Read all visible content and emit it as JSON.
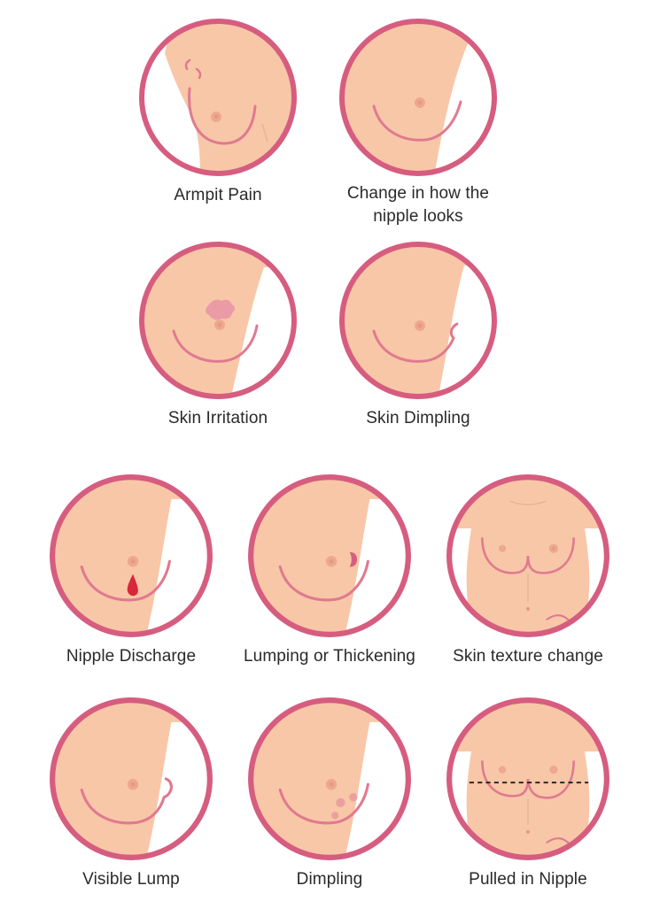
{
  "colors": {
    "skin": "#f8c7a8",
    "ring": "#d65d7f",
    "contour": "#e07a8f",
    "nipple": "#eea890",
    "areola_dot": "#e59a84",
    "discharge": "#d8273a",
    "irritation": "#eb9ba6",
    "caption": "#2a2a2a"
  },
  "symptoms": [
    {
      "id": "armpit-pain",
      "label": "Armpit Pain",
      "icon": "armpit-pain-icon"
    },
    {
      "id": "nipple-look",
      "label": "Change in how the nipple looks",
      "icon": "nipple-change-icon"
    },
    {
      "id": "skin-irritation",
      "label": "Skin Irritation",
      "icon": "skin-irritation-icon"
    },
    {
      "id": "skin-dimpling",
      "label": "Skin Dimpling",
      "icon": "skin-dimpling-icon"
    },
    {
      "id": "nipple-discharge",
      "label": "Nipple Discharge",
      "icon": "nipple-discharge-icon"
    },
    {
      "id": "lumping",
      "label": "Lumping or Thickening",
      "icon": "lump-thickening-icon"
    },
    {
      "id": "texture",
      "label": "Skin texture change",
      "icon": "skin-texture-icon"
    },
    {
      "id": "visible-lump",
      "label": "Visible Lump",
      "icon": "visible-lump-icon"
    },
    {
      "id": "dimpling",
      "label": "Dimpling",
      "icon": "dimpling-icon"
    },
    {
      "id": "pulled-nipple",
      "label": "Pulled in Nipple",
      "icon": "pulled-nipple-icon"
    }
  ]
}
